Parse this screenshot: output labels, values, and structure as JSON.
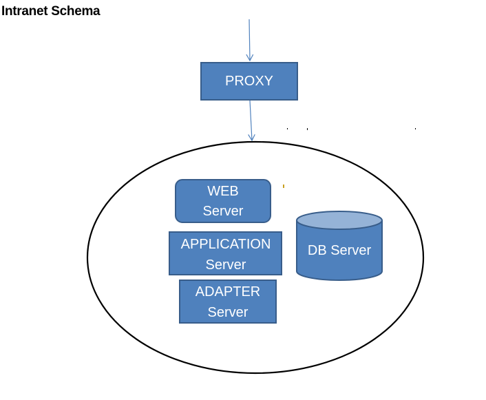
{
  "title": "Intranet Schema",
  "colors": {
    "box_fill": "#4F81BD",
    "box_stroke": "#385D8A",
    "cylinder_top": "#95B3D7",
    "arrow": "#4F81BD",
    "ellipse_stroke": "#000000",
    "label_text": "#FFFFFF"
  },
  "nodes": {
    "proxy": {
      "label": "PROXY"
    },
    "web_server": {
      "line1": "WEB",
      "line2": "Server"
    },
    "application_server": {
      "line1": "APPLICATION",
      "line2": "Server"
    },
    "adapter_server": {
      "line1": "ADAPTER",
      "line2": "Server"
    },
    "db_server": {
      "label": "DB Server"
    }
  }
}
